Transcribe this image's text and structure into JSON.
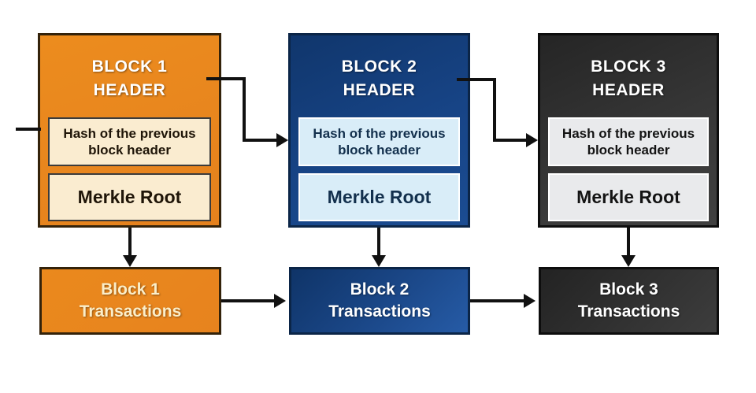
{
  "palette": {
    "background": "#ffffff",
    "orange_fill": "#e8851e",
    "orange_inner_fill": "#faecd0",
    "blue_fill": "#164182",
    "blue_inner_fill": "#d9edf8",
    "dark_fill": "#333333",
    "dark_inner_fill": "#e9eaec",
    "arrow_color": "#111111",
    "header_text": "#ffffff"
  },
  "blocks": [
    {
      "name": "Block 1",
      "header": {
        "title_line1": "BLOCK 1",
        "title_line2": "HEADER",
        "hash_line1": "Hash of the previous",
        "hash_line2": "block header",
        "merkle": "Merkle Root"
      },
      "transactions": {
        "line1": "Block 1",
        "line2": "Transactions"
      }
    },
    {
      "name": "Block 2",
      "header": {
        "title_line1": "BLOCK 2",
        "title_line2": "HEADER",
        "hash_line1": "Hash of the previous",
        "hash_line2": "block header",
        "merkle": "Merkle Root"
      },
      "transactions": {
        "line1": "Block 2",
        "line2": "Transactions"
      }
    },
    {
      "name": "Block 3",
      "header": {
        "title_line1": "BLOCK 3",
        "title_line2": "HEADER",
        "hash_line1": "Hash of the previous",
        "hash_line2": "block header",
        "merkle": "Merkle Root"
      },
      "transactions": {
        "line1": "Block 3",
        "line2": "Transactions"
      }
    }
  ]
}
